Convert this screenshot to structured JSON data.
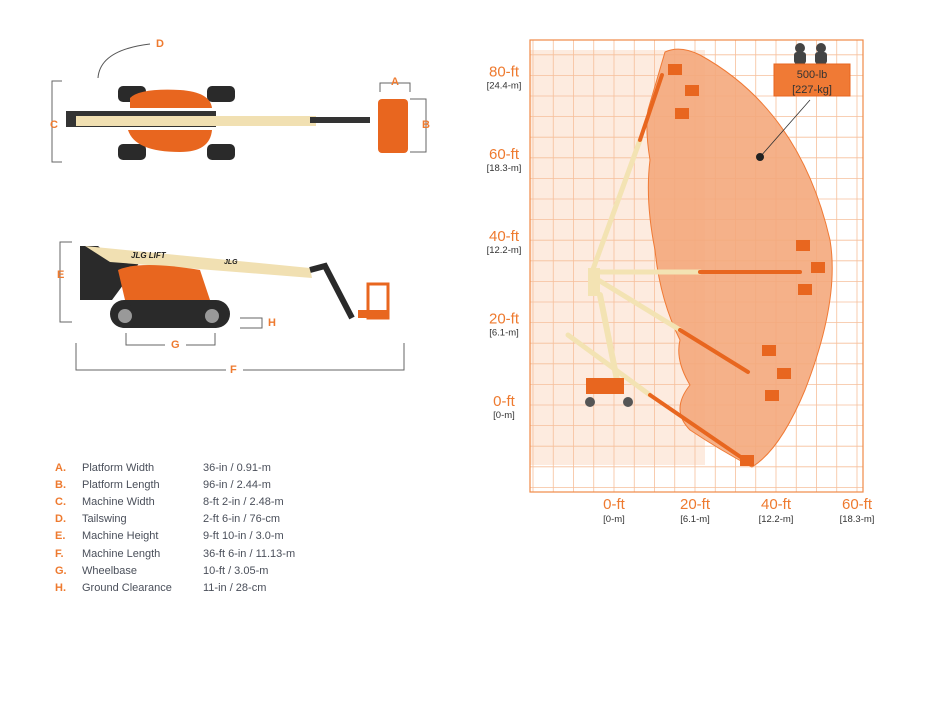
{
  "dimension_labels": {
    "A": "A",
    "B": "B",
    "C": "C",
    "D": "D",
    "E": "E",
    "F": "F",
    "G": "G",
    "H": "H"
  },
  "logo_text": {
    "boom": "JLG LIFT",
    "boom2": "JLG"
  },
  "specs": [
    {
      "key": "A.",
      "name": "Platform Width",
      "value": "36-in / 0.91-m"
    },
    {
      "key": "B.",
      "name": "Platform Length",
      "value": "96-in / 2.44-m"
    },
    {
      "key": "C.",
      "name": "Machine Width",
      "value": "8-ft 2-in / 2.48-m"
    },
    {
      "key": "D.",
      "name": "Tailswing",
      "value": "2-ft 6-in / 76-cm"
    },
    {
      "key": "E.",
      "name": "Machine Height",
      "value": "9-ft 10-in / 3.0-m"
    },
    {
      "key": "F.",
      "name": "Machine Length",
      "value": "36-ft 6-in / 11.13-m"
    },
    {
      "key": "G.",
      "name": "Wheelbase",
      "value": "10-ft / 3.05-m"
    },
    {
      "key": "H.",
      "name": "Ground Clearance",
      "value": "11-in / 28-cm"
    }
  ],
  "chart": {
    "y_ticks": [
      {
        "ft": "80-ft",
        "m": "[24.4-m]",
        "v": 80
      },
      {
        "ft": "60-ft",
        "m": "[18.3-m]",
        "v": 60
      },
      {
        "ft": "40-ft",
        "m": "[12.2-m]",
        "v": 40
      },
      {
        "ft": "20-ft",
        "m": "[6.1-m]",
        "v": 20
      },
      {
        "ft": "0-ft",
        "m": "[0-m]",
        "v": 0
      }
    ],
    "x_ticks": [
      {
        "ft": "0-ft",
        "m": "[0-m]",
        "v": 0
      },
      {
        "ft": "20-ft",
        "m": "[6.1-m]",
        "v": 20
      },
      {
        "ft": "40-ft",
        "m": "[12.2-m]",
        "v": 40
      },
      {
        "ft": "60-ft",
        "m": "[18.3-m]",
        "v": 60
      }
    ],
    "capacity": {
      "lb": "500-lb",
      "kg": "[227-kg]"
    },
    "colors": {
      "accent": "#ee7a2f",
      "envelope": "#f4a97c",
      "grid": "#f3b48c",
      "cream": "#f3e3b3"
    }
  }
}
